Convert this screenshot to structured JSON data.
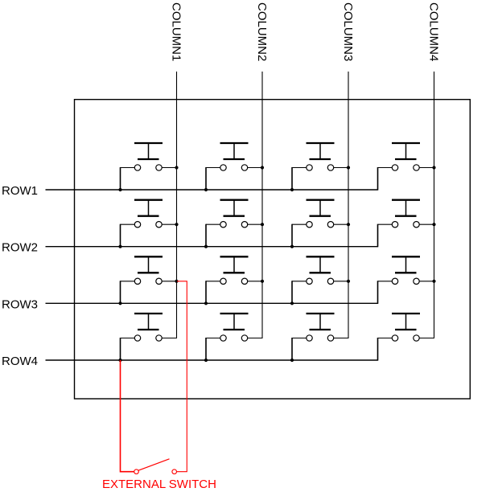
{
  "diagram": {
    "kind": "keypad-matrix-schematic",
    "description": "4x4 push-button keypad matrix with an external switch wired across ROW4 and COLUMN1",
    "background": "#ffffff"
  },
  "rows": [
    {
      "label": "ROW1"
    },
    {
      "label": "ROW2"
    },
    {
      "label": "ROW3"
    },
    {
      "label": "ROW4"
    }
  ],
  "columns": [
    {
      "label": "COLUMN1"
    },
    {
      "label": "COLUMN2"
    },
    {
      "label": "COLUMN3"
    },
    {
      "label": "COLUMN4"
    }
  ],
  "matrix": {
    "button_count": 16,
    "button_symbol": "normally-open push button"
  },
  "external_switch": {
    "label": "EXTERNAL SWITCH",
    "connects_row": "ROW4",
    "connects_column": "COLUMN1"
  },
  "colors": {
    "wire": "#000000",
    "highlight": "#ff0000",
    "background": "#ffffff"
  }
}
